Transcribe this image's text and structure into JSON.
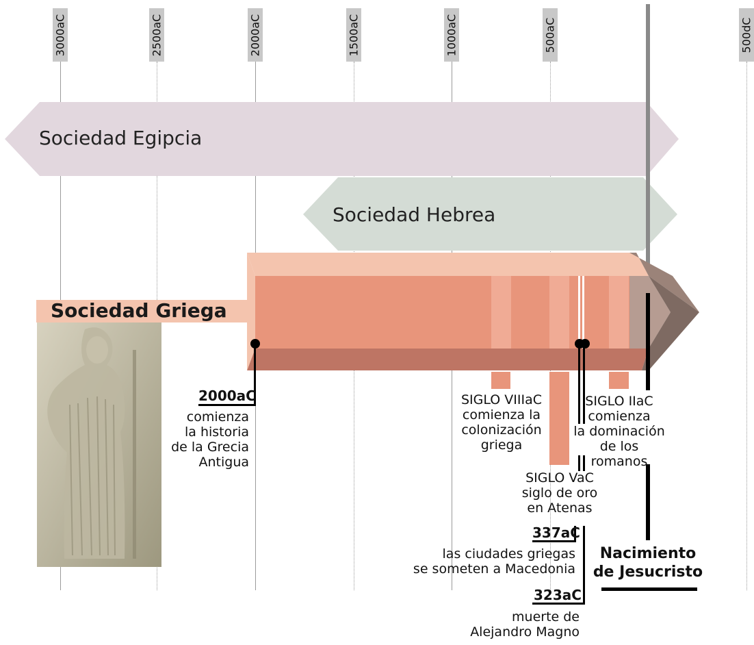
{
  "axis": {
    "ticks": [
      "3000aC",
      "2500aC",
      "2000aC",
      "1500aC",
      "1000aC",
      "500aC",
      "500dC"
    ]
  },
  "bands": {
    "egipcia": "Sociedad Egipcia",
    "hebrea": "Sociedad Hebrea",
    "griega": "Sociedad Griega"
  },
  "events": {
    "start": {
      "date": "2000aC",
      "lines": [
        "comienza",
        "la historia",
        "de la Grecia",
        "Antigua"
      ]
    },
    "siglo8": {
      "lines": [
        "SIGLO VIIIaC",
        "comienza la",
        "colonización",
        "griega"
      ]
    },
    "siglo5": {
      "lines": [
        "SIGLO VaC",
        "siglo de oro",
        "en Atenas"
      ]
    },
    "siglo2": {
      "lines": [
        "SIGLO IIaC",
        "comienza",
        "la dominación",
        "de los romanos"
      ]
    },
    "e337": {
      "date": "337aC",
      "lines": [
        "las ciudades griegas",
        "se someten a Macedonia"
      ]
    },
    "e323": {
      "date": "323aC",
      "lines": [
        "muerte de",
        "Alejandro Magno"
      ]
    },
    "jesus": {
      "lines": [
        "Nacimiento",
        "de Jesucristo"
      ]
    }
  },
  "colors": {
    "egipcia": "#e2d7de",
    "hebrea": "#d4dcd5",
    "griega_light": "#f4c4ae",
    "griega_mid": "#e8957b",
    "griega_dark": "#be7564",
    "arrow_light": "#b69c92",
    "arrow_dark": "#7e6a62"
  }
}
